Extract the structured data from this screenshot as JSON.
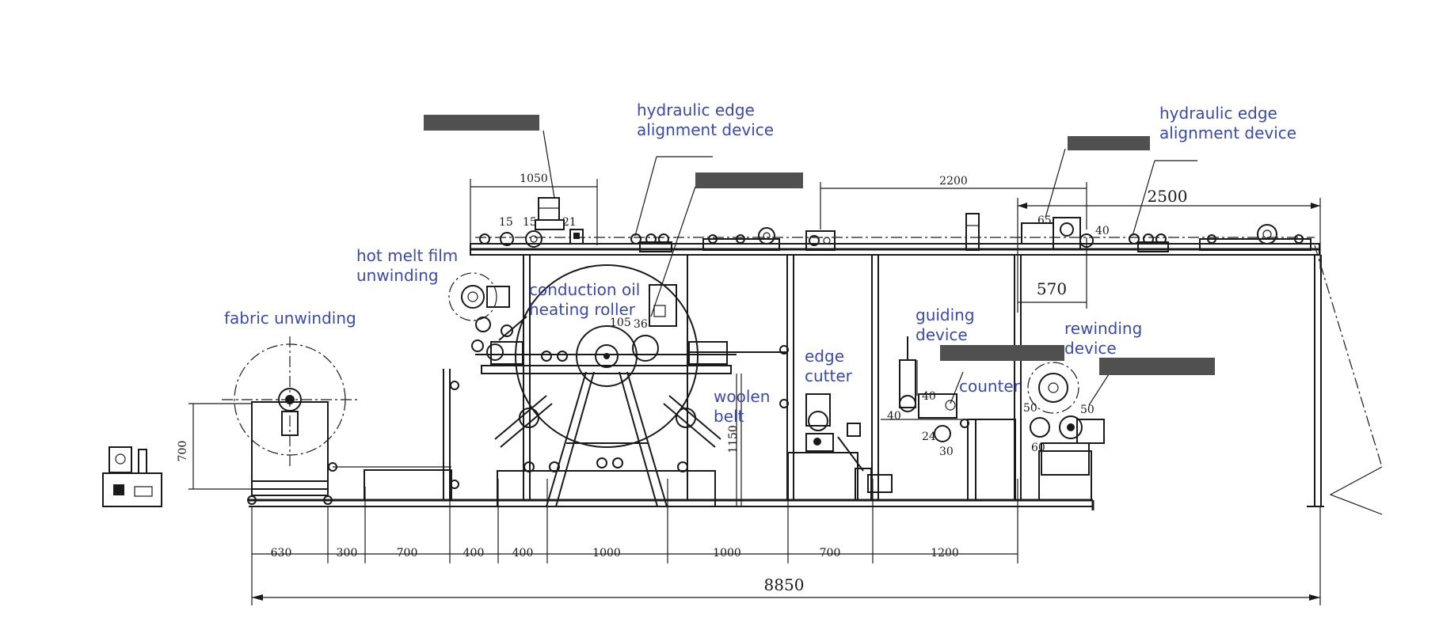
{
  "labels": {
    "hydraulic_edge_1": [
      "hydraulic edge",
      "alignment device"
    ],
    "hydraulic_edge_2": [
      "hydraulic edge",
      "alignment device"
    ],
    "hot_melt": [
      "hot melt film",
      "unwinding"
    ],
    "fabric_unwinding": [
      "fabric unwinding"
    ],
    "conduction_oil": [
      "conduction oil",
      "heating roller"
    ],
    "guiding": [
      "guiding",
      "device"
    ],
    "rewinding": [
      "rewinding",
      "device"
    ],
    "edge_cutter": [
      "edge",
      "cutter"
    ],
    "woolen_belt": [
      "woolen",
      "belt"
    ],
    "counter": [
      "counter"
    ]
  },
  "dimensions": {
    "bottom_segments": [
      "630",
      "300",
      "700",
      "400",
      "400",
      "1000",
      "1000",
      "700",
      "1200"
    ],
    "overall": "8850",
    "top_1050": "1050",
    "top_2200": "2200",
    "top_2500": "2500",
    "d_570": "570",
    "d_65": "65",
    "d_40a": "40",
    "d_15a": "15",
    "d_15b": "15",
    "d_21": "21",
    "d_105": "105",
    "d_36": "36",
    "d_700v": "700",
    "d_1150": "1150",
    "d_40b": "40",
    "d_40c": "40",
    "d_24": "24",
    "d_30": "30",
    "d_50a": "50",
    "d_50b": "50",
    "d_60": "60"
  }
}
